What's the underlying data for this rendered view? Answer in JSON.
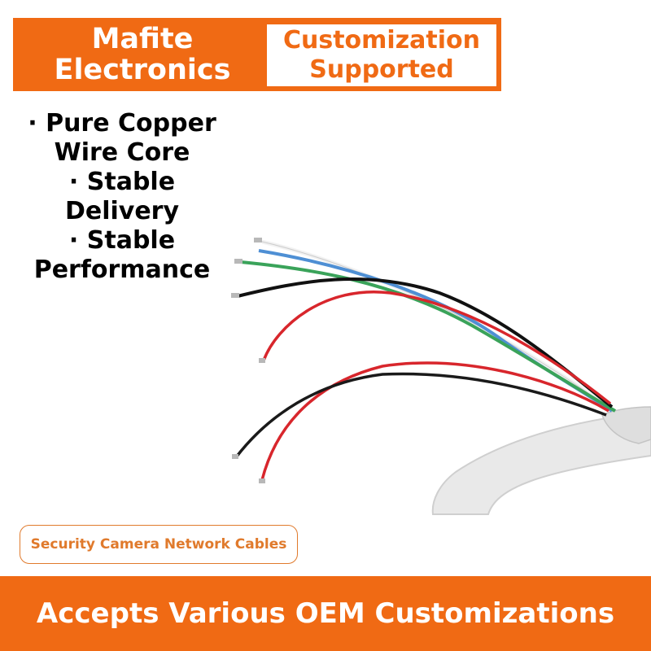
{
  "colors": {
    "brand_orange": "#f06a14",
    "tag_orange": "#e07a2c",
    "text_black": "#000000"
  },
  "header": {
    "brand_line1": "Mafite",
    "brand_line2": "Electronics",
    "custom_line1": "Customization",
    "custom_line2": "Supported"
  },
  "features": {
    "line1": "· Pure Copper",
    "line2": "Wire Core",
    "line3": "· Stable",
    "line4": "Delivery",
    "line5": "· Stable",
    "line6": "Performance"
  },
  "product_tag": "Security Camera Network Cables",
  "footer": {
    "slogan": "Accepts Various OEM Customizations"
  }
}
